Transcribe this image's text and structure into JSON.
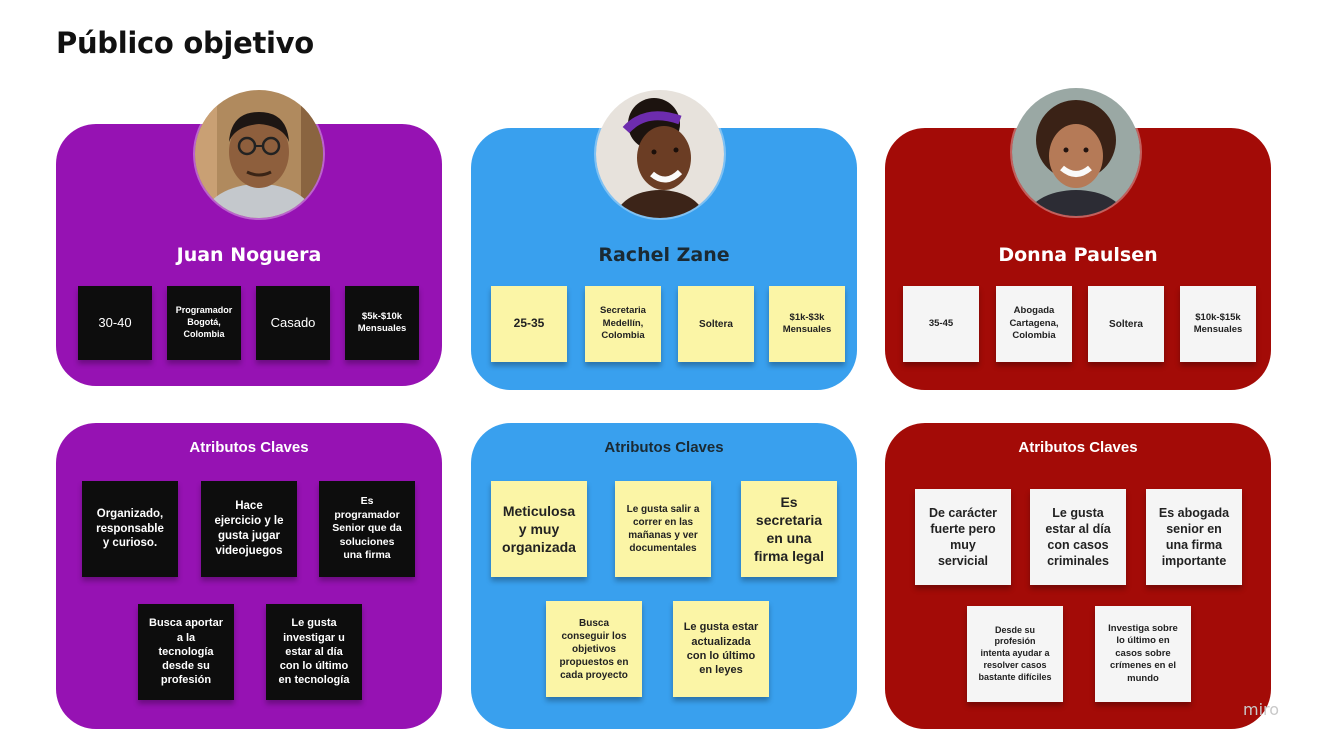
{
  "title": "Público objetivo",
  "watermark": "miro",
  "colors": {
    "purple": "#9612b3",
    "blue": "#39a0ee",
    "red": "#a30b07"
  },
  "personas": [
    {
      "name": "Juan Noguera",
      "color": "#9612b3",
      "details": [
        "30-40",
        "Programador\nBogotá,\nColombia",
        "Casado",
        "$5k-$10k\nMensuales"
      ],
      "attributes_title": "Atributos Claves",
      "attributes": [
        "Organizado,\nresponsable\ny curioso.",
        "Hace\nejercicio y le\ngusta jugar\nvideojuegos",
        "Es\nprogramador\nSenior que da\nsoluciones\nuna firma",
        "Busca aportar\na la\ntecnología\ndesde su\nprofesión",
        "Le gusta\ninvestigar u\nestar al día\ncon lo último\nen tecnología"
      ]
    },
    {
      "name": "Rachel Zane",
      "color": "#39a0ee",
      "details": [
        "25-35",
        "Secretaria\nMedellín,\nColombia",
        "Soltera",
        "$1k-$3k\nMensuales"
      ],
      "attributes_title": "Atributos Claves",
      "attributes": [
        "Meticulosa\ny muy\norganizada",
        "Le gusta salir a\ncorrer en las\nmañanas y ver\ndocumentales",
        "Es\nsecretaria\nen una\nfirma legal",
        "Busca\nconseguir los\nobjetivos\npropuestos en\ncada proyecto",
        "Le gusta estar\nactualizada\ncon lo último\nen leyes"
      ]
    },
    {
      "name": "Donna Paulsen",
      "color": "#a30b07",
      "details": [
        "35-45",
        "Abogada\nCartagena,\nColombia",
        "Soltera",
        "$10k-$15k\nMensuales"
      ],
      "attributes_title": "Atributos Claves",
      "attributes": [
        "De carácter\nfuerte pero\nmuy\nservicial",
        "Le gusta\nestar al día\ncon casos\ncriminales",
        "Es abogada\nsenior en\nuna firma\nimportante",
        "Desde su\nprofesión\nintenta ayudar a\nresolver casos\nbastante difíciles",
        "Investiga sobre\nlo último en\ncasos sobre\ncrímenes en el\nmundo"
      ]
    }
  ]
}
